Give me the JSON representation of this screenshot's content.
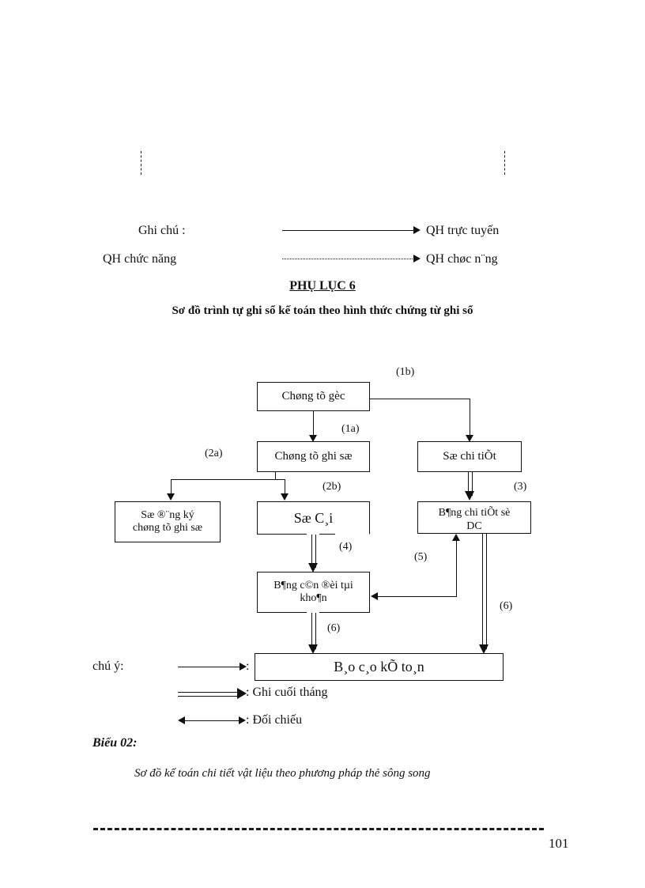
{
  "page": {
    "page_number": "101",
    "crop_marks": [
      "crop-mark-left",
      "crop-mark-right"
    ]
  },
  "legend_top": {
    "note_label": "Ghi chú :",
    "row1_right": "QH trực tuyến",
    "row2_left": "QH chức năng",
    "row2_right": "QH chøc n¨ng",
    "arrow_solid_name": "solid-arrow",
    "arrow_dotted_name": "dotted-arrow"
  },
  "appendix": {
    "title": "PHỤ LỤC 6",
    "subtitle": "Sơ đồ trình tự ghi sổ kế toán theo hình thức chứng từ ghi sổ"
  },
  "diagram": {
    "boxes": [
      {
        "id": "chung-tu-goc",
        "text": "Chøng tõ gèc"
      },
      {
        "id": "chung-tu-ghi-so",
        "text": "Chøng tõ ghi sæ"
      },
      {
        "id": "so-chi-tiet",
        "text": "Sæ chi tiÕt"
      },
      {
        "id": "so-dang-ky",
        "line1": "Sæ ®¨ng ký",
        "line2": "chøng tõ ghi sæ"
      },
      {
        "id": "so-cai",
        "text": "Sæ C¸i"
      },
      {
        "id": "bang-chi-tiet-so-dc",
        "line1": "B¶ng chi tiÕt sè",
        "line2": "DC"
      },
      {
        "id": "bang-can-doi",
        "line1": "B¶ng c©n ®èi tµi",
        "line2": "kho¶n"
      },
      {
        "id": "bao-cao-ke-toan",
        "text": "B¸o c¸o kÕ to¸n"
      }
    ],
    "step_labels": [
      {
        "id": "step-1b",
        "text": "(1b)"
      },
      {
        "id": "step-1a",
        "text": "(1a)"
      },
      {
        "id": "step-2a",
        "text": "(2a)"
      },
      {
        "id": "step-2b",
        "text": "(2b)"
      },
      {
        "id": "step-3",
        "text": "(3)"
      },
      {
        "id": "step-4",
        "text": "(4)"
      },
      {
        "id": "step-5",
        "text": "(5)"
      },
      {
        "id": "step-6a",
        "text": "(6)"
      },
      {
        "id": "step-6b",
        "text": "(6)"
      }
    ]
  },
  "legend_bottom": {
    "heading": "chú ý:",
    "items": [
      {
        "id": "legend-daily",
        "arrow": "single-arrow",
        "text": ""
      },
      {
        "id": "legend-monthly",
        "arrow": "double-line-arrow",
        "text": ": Ghi cuối tháng"
      },
      {
        "id": "legend-reconcile",
        "arrow": "double-headed-arrow",
        "text": ": Đối chiếu"
      }
    ],
    "colon_marker": ":"
  },
  "figure_caption": {
    "label": "Biểu 02:",
    "text": "Sơ đồ kế toán chi tiết vật liệu theo phương pháp thẻ sông song"
  }
}
